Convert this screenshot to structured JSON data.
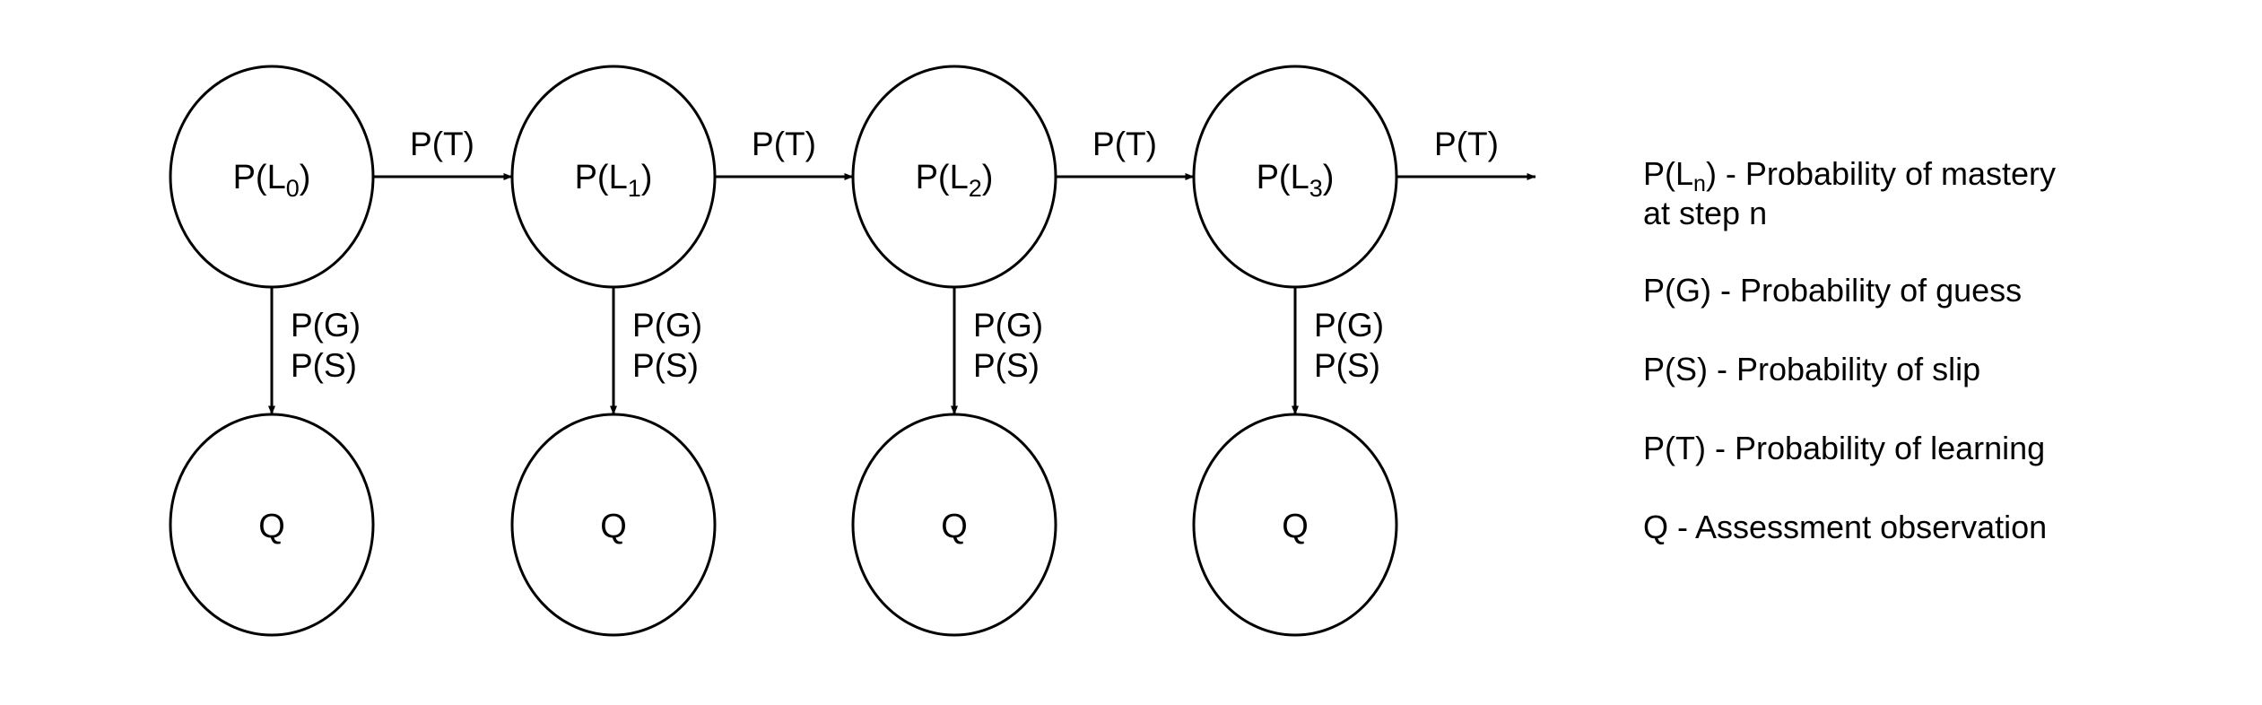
{
  "nodes_top": [
    {
      "pre": "P(L",
      "sub": "0",
      "post": ")"
    },
    {
      "pre": "P(L",
      "sub": "1",
      "post": ")"
    },
    {
      "pre": "P(L",
      "sub": "2",
      "post": ")"
    },
    {
      "pre": "P(L",
      "sub": "3",
      "post": ")"
    }
  ],
  "nodes_bottom": [
    "Q",
    "Q",
    "Q",
    "Q"
  ],
  "transition_label": "P(T)",
  "emission_labels": [
    "P(G)",
    "P(S)"
  ],
  "legend": {
    "mastery": {
      "pre": "P(L",
      "sub": "n",
      "post": ") - Probability of mastery",
      "line2": "at step n"
    },
    "guess": "P(G) - Probability of guess",
    "slip": "P(S) - Probability of slip",
    "learning": "P(T) - Probability of learning",
    "observation": "Q - Assessment observation"
  },
  "colors": {
    "stroke": "#000000",
    "background": "#ffffff"
  }
}
